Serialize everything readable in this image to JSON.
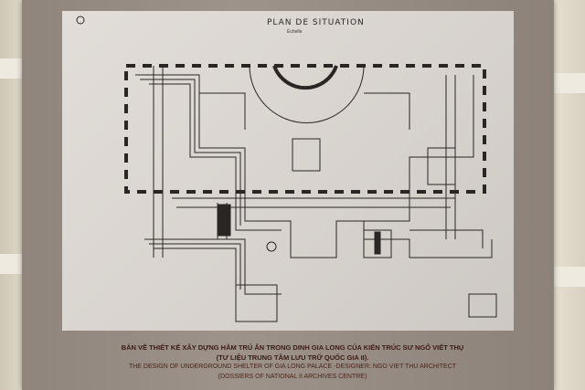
{
  "plan": {
    "title": "PLAN DE SITUATION",
    "scale": "Échelle"
  },
  "caption": {
    "vi_line1": "BẢN VẼ THIẾT KẾ XÂY DỰNG HẦM TRÚ ẨN TRONG DINH GIA LONG CỦA KIẾN TRÚC SƯ NGÔ VIẾT THỤ",
    "vi_line2": "(TƯ LIỆU TRUNG TÂM LƯU TRỮ QUỐC GIA II).",
    "en_line1": "THE DESIGN OF UNDERGROUND SHELTER OF GIA LONG PALACE -DESIGNER: NGO VIET THU ARCHITECT",
    "en_line2": "(DOSSIERS OF NATIONAL II ARCHIVES CENTRE)"
  }
}
